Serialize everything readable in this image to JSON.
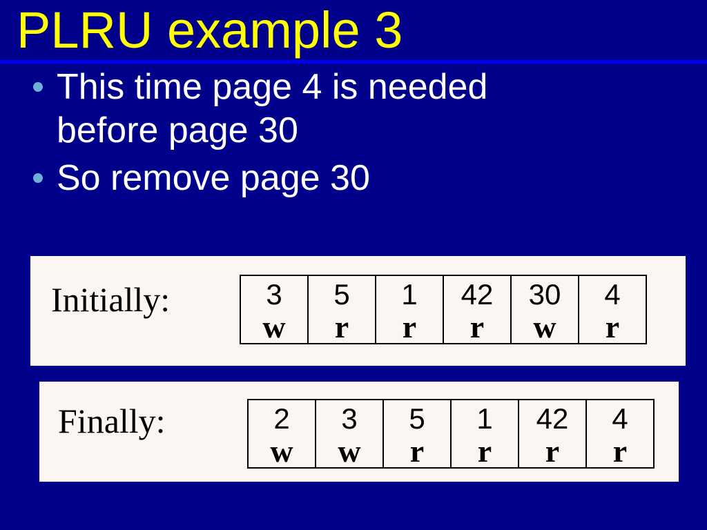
{
  "title": "PLRU example 3",
  "bullets": [
    "This time page 4 is needed before page 30",
    "So remove page 30"
  ],
  "panels": [
    {
      "label": "Initially:",
      "cells": [
        {
          "page": "3",
          "op": "w"
        },
        {
          "page": "5",
          "op": "r"
        },
        {
          "page": "1",
          "op": "r"
        },
        {
          "page": "42",
          "op": "r"
        },
        {
          "page": "30",
          "op": "w"
        },
        {
          "page": "4",
          "op": "r"
        }
      ]
    },
    {
      "label": "Finally:",
      "cells": [
        {
          "page": "2",
          "op": "w"
        },
        {
          "page": "3",
          "op": "w"
        },
        {
          "page": "5",
          "op": "r"
        },
        {
          "page": "1",
          "op": "r"
        },
        {
          "page": "42",
          "op": "r"
        },
        {
          "page": "4",
          "op": "r"
        }
      ]
    }
  ],
  "colors": {
    "background": "#00008B",
    "divider": "#0000F0",
    "title": "#FFFF00",
    "bullet_text": "#FFFFFF",
    "bullet_dot": "#6FAFD6",
    "panel_background": "#FBF6F1",
    "table_border": "#000000",
    "cell_text": "#000000"
  }
}
